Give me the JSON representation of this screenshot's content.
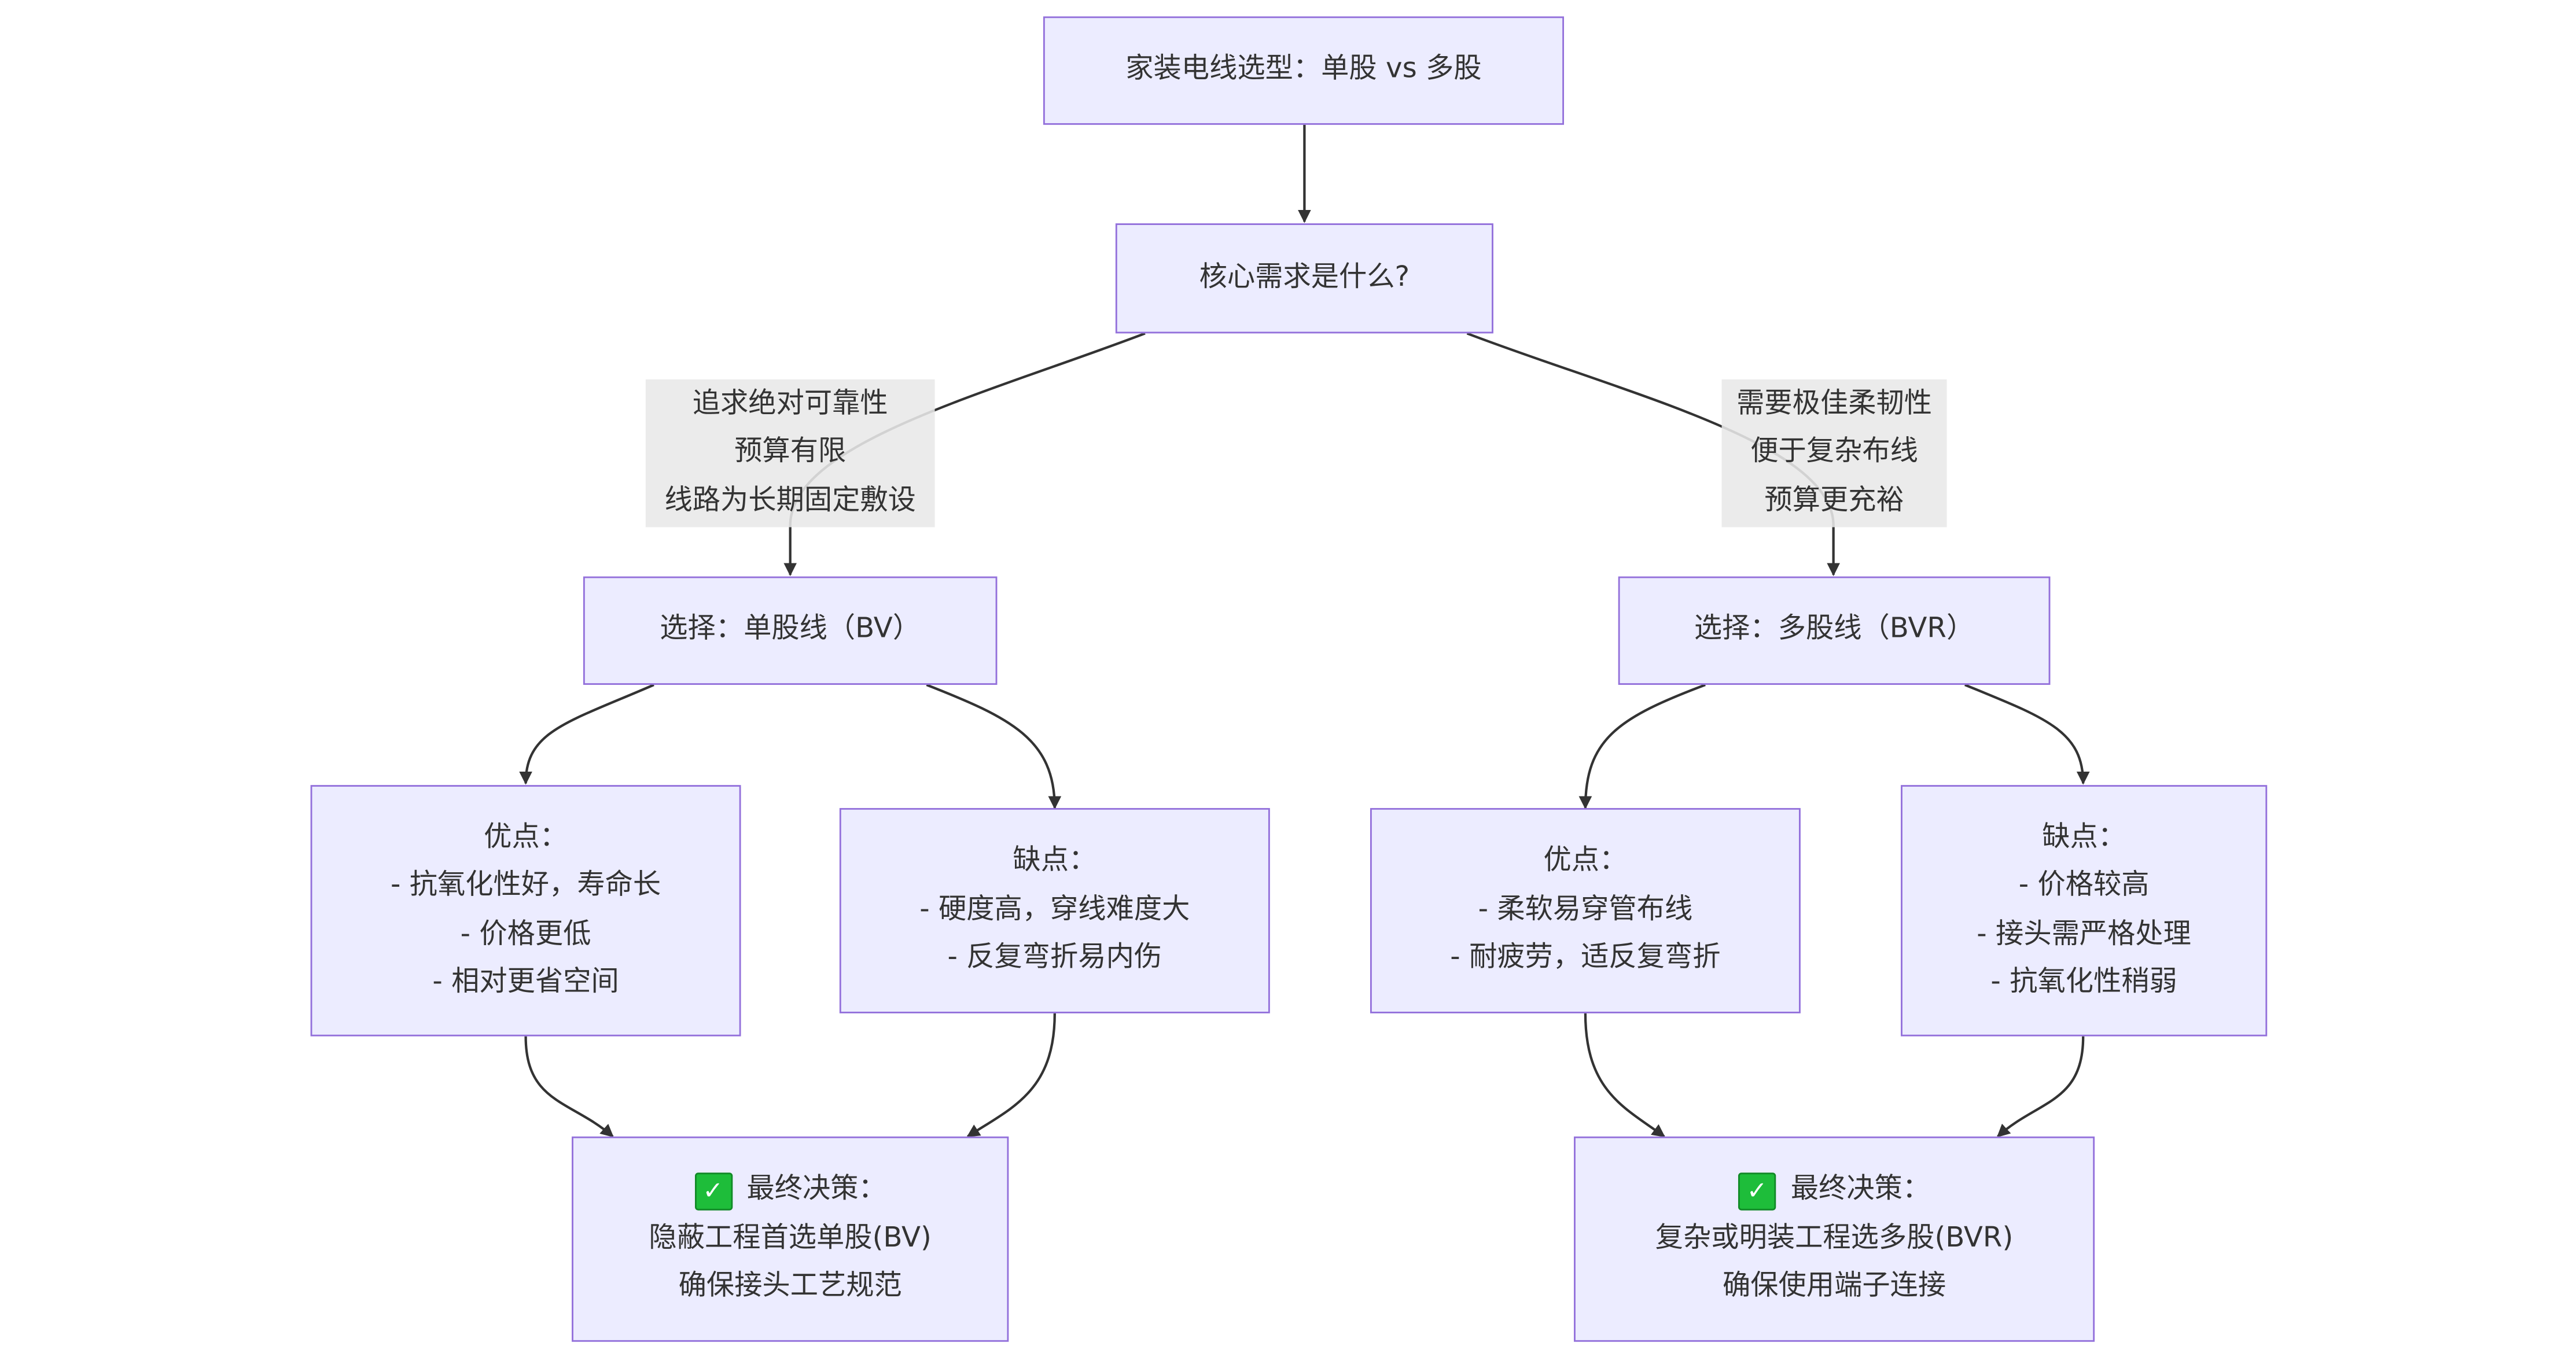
{
  "flowchart": {
    "title": "家装电线选型：单股 vs 多股",
    "question": "核心需求是什么?",
    "left_condition": [
      "追求绝对可靠性",
      "预算有限",
      "线路为长期固定敷设"
    ],
    "right_condition": [
      "需要极佳柔韧性",
      "便于复杂布线",
      "预算更充裕"
    ],
    "single": {
      "choice": "选择：单股线（BV）",
      "pros": [
        "优点：",
        "- 抗氧化性好，寿命长",
        "- 价格更低",
        "- 相对更省空间"
      ],
      "cons": [
        "缺点：",
        "- 硬度高，穿线难度大",
        "- 反复弯折易内伤"
      ],
      "decision": {
        "icon": "check-mark-icon",
        "heading": "最终决策：",
        "lines": [
          "隐蔽工程首选单股(BV)",
          "确保接头工艺规范"
        ]
      }
    },
    "multi": {
      "choice": "选择：多股线（BVR）",
      "pros": [
        "优点：",
        "- 柔软易穿管布线",
        "- 耐疲劳，适反复弯折"
      ],
      "cons": [
        "缺点：",
        "- 价格较高",
        "- 接头需严格处理",
        "- 抗氧化性稍弱"
      ],
      "decision": {
        "icon": "check-mark-icon",
        "heading": "最终决策：",
        "lines": [
          "复杂或明装工程选多股(BVR)",
          "确保使用端子连接"
        ]
      }
    }
  },
  "colors": {
    "node_fill": "#ececff",
    "node_border": "#9370db",
    "edge": "#333333",
    "text": "#333333",
    "label_background": "#e8e8e8",
    "check_green": "#1ebd3a"
  }
}
